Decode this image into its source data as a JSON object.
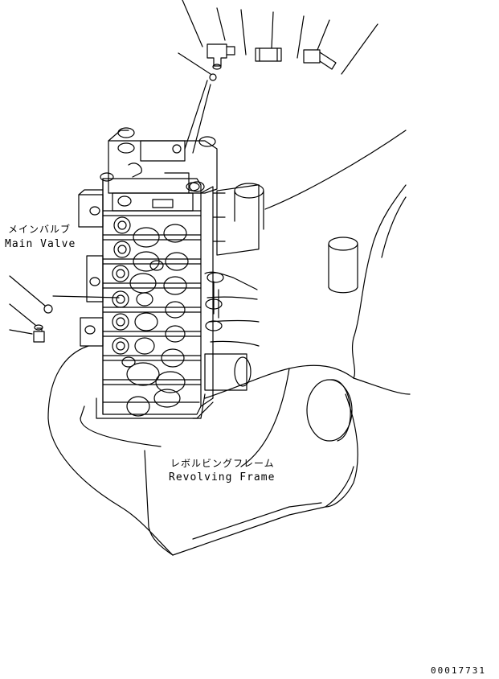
{
  "labels": {
    "main_valve_jp": "メインバルブ",
    "main_valve_en": "Main Valve",
    "revolving_frame_jp": "レボルビングフレーム",
    "revolving_frame_en": "Revolving Frame"
  },
  "drawing_code": "00017731"
}
